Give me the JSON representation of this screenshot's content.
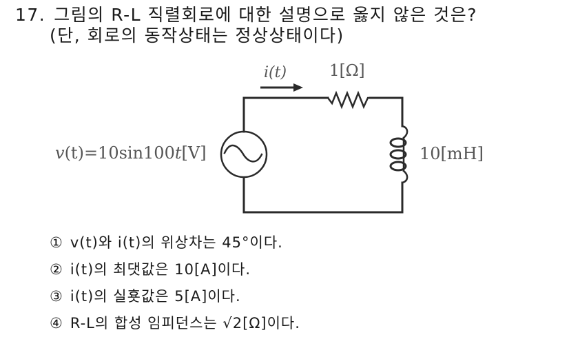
{
  "question": {
    "number": "17.",
    "text": "그림의 R-L 직렬회로에 대한 설명으로 옳지 않은 것은?",
    "condition": "(단, 회로의 동작상태는 정상상태이다)"
  },
  "figure": {
    "type": "R-L series circuit",
    "source_label": {
      "prefix": "v",
      "var": "(t)",
      "expr": "=10sin100",
      "t": "t",
      "unit": "[V]"
    },
    "current_label": "i(t)",
    "resistor_label": "1[Ω]",
    "inductor_label": "10[mH]",
    "icons": {
      "source": "ac-voltage-source-icon",
      "resistor": "resistor-icon",
      "inductor": "inductor-icon",
      "arrow": "current-arrow-icon"
    }
  },
  "options": [
    {
      "marker": "①",
      "text": "v(t)와 i(t)의 위상차는 45°이다."
    },
    {
      "marker": "②",
      "text": "i(t)의 최댓값은 10[A]이다."
    },
    {
      "marker": "③",
      "text": "i(t)의 실횻값은 5[A]이다."
    },
    {
      "marker": "④",
      "text": "R-L의 합성 임피던스는 √2[Ω]이다."
    }
  ]
}
